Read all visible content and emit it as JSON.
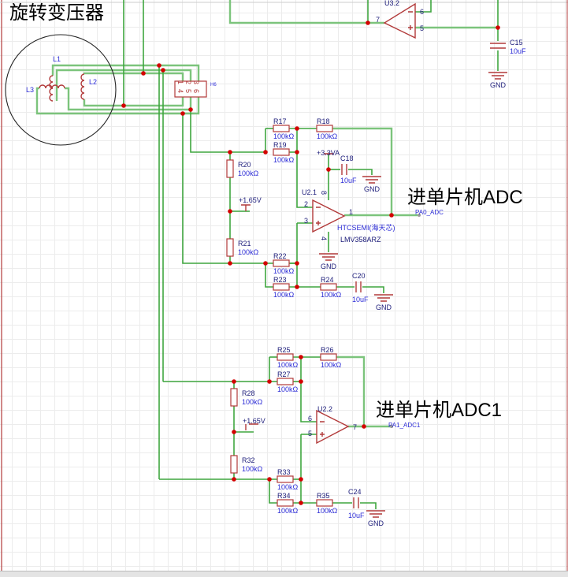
{
  "title": "旋转变压器",
  "transformer": {
    "l1": "L1",
    "l2": "L2",
    "l3": "L3",
    "connector": "H6",
    "pins_top": [
      "1",
      "2",
      "3"
    ],
    "pins_bottom": [
      "4",
      "5",
      "6"
    ]
  },
  "amp1": {
    "ref": "U2.1",
    "maker": "HTCSEMI(海天芯)",
    "part": "LMV358ARZ",
    "pins": {
      "inv": "2",
      "noninv": "3",
      "out": "1",
      "vcc": "8",
      "gnd": "4"
    },
    "supply": "+3.3VA",
    "bias": "+1.65V",
    "net": "PA0_ADC",
    "heading": "进单片机ADC"
  },
  "amp2": {
    "ref": "U2.2",
    "pins": {
      "inv": "6",
      "noninv": "5",
      "out": "7"
    },
    "bias": "+1.65V",
    "net": "PA1_ADC1",
    "heading": "进单片机ADC1"
  },
  "amp3": {
    "ref": "U3.2",
    "pins": {
      "inv": "6",
      "noninv": "5",
      "out": "7"
    }
  },
  "resistors": [
    {
      "ref": "R17",
      "value": "100kΩ"
    },
    {
      "ref": "R18",
      "value": "100kΩ"
    },
    {
      "ref": "R19",
      "value": "100kΩ"
    },
    {
      "ref": "R20",
      "value": "100kΩ"
    },
    {
      "ref": "R21",
      "value": "100kΩ"
    },
    {
      "ref": "R22",
      "value": "100kΩ"
    },
    {
      "ref": "R23",
      "value": "100kΩ"
    },
    {
      "ref": "R24",
      "value": "100kΩ"
    },
    {
      "ref": "R25",
      "value": "100kΩ"
    },
    {
      "ref": "R26",
      "value": "100kΩ"
    },
    {
      "ref": "R27",
      "value": "100kΩ"
    },
    {
      "ref": "R28",
      "value": "100kΩ"
    },
    {
      "ref": "R32",
      "value": "100kΩ"
    },
    {
      "ref": "R33",
      "value": "100kΩ"
    },
    {
      "ref": "R34",
      "value": "100kΩ"
    },
    {
      "ref": "R35",
      "value": "100kΩ"
    }
  ],
  "capacitors": [
    {
      "ref": "C18",
      "value": "10uF"
    },
    {
      "ref": "C20",
      "value": "10uF"
    },
    {
      "ref": "C24",
      "value": "10uF"
    },
    {
      "ref": "C15",
      "value": "10uF"
    }
  ],
  "gnd_label": "GND",
  "colors": {
    "wire": "#3fa63f",
    "part": "#b23a3a",
    "junction": "#d40000",
    "label": "#2b2bd6"
  }
}
